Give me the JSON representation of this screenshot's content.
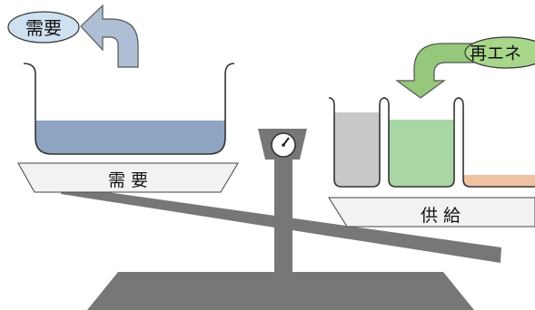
{
  "labels": {
    "demand_bubble": "需要",
    "demand_plate": "需 要",
    "renewable_bubble": "再エネ",
    "supply_plate": "供 給"
  },
  "colors": {
    "background": "#ffffff",
    "demand_water": "#8fa4c2",
    "supply_gray": "#c8c8c8",
    "supply_green": "#a8d6a4",
    "supply_orange": "#eec2a2",
    "out_arrow": "#aebfd5",
    "in_arrow": "#95c87a",
    "bubble_demand": "#cfe0f0",
    "bubble_renewable": "#a8d68a",
    "plate": "#f2f2f2",
    "beam": "#777777",
    "stand": "#777777"
  },
  "icons": {
    "out_arrow": "curved-up-arrow-icon",
    "in_arrow": "curved-down-arrow-icon",
    "gauge": "gauge-dial-icon"
  }
}
